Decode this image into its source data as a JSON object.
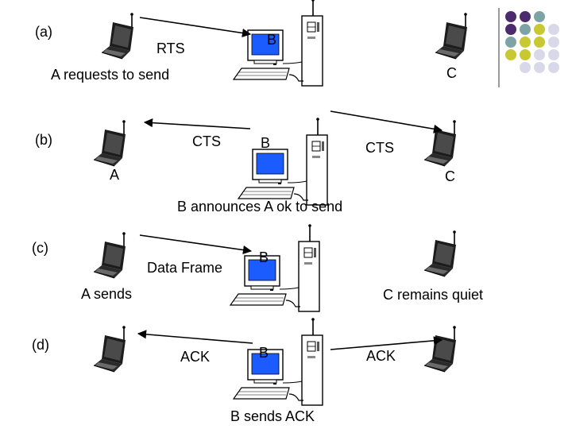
{
  "panels": {
    "a": {
      "tag": "(a)",
      "message": "RTS",
      "node_b": "B",
      "node_c": "C",
      "caption": "A requests to send"
    },
    "b": {
      "tag": "(b)",
      "message_left": "CTS",
      "message_right": "CTS",
      "node_b": "B",
      "node_a": "A",
      "node_c": "C",
      "caption": "B announces A ok to send"
    },
    "c": {
      "tag": "(c)",
      "message": "Data Frame",
      "node_b": "B",
      "caption_left": "A sends",
      "caption_right": "C remains quiet"
    },
    "d": {
      "tag": "(d)",
      "message_left": "ACK",
      "message_right": "ACK",
      "node_b": "B",
      "caption": "B sends ACK"
    }
  },
  "palette": {
    "purple": "#4b2a6e",
    "teal": "#7ea3a6",
    "olive": "#c8c832",
    "lavender": "#d8d8e8",
    "screen": "#1a5cff"
  }
}
